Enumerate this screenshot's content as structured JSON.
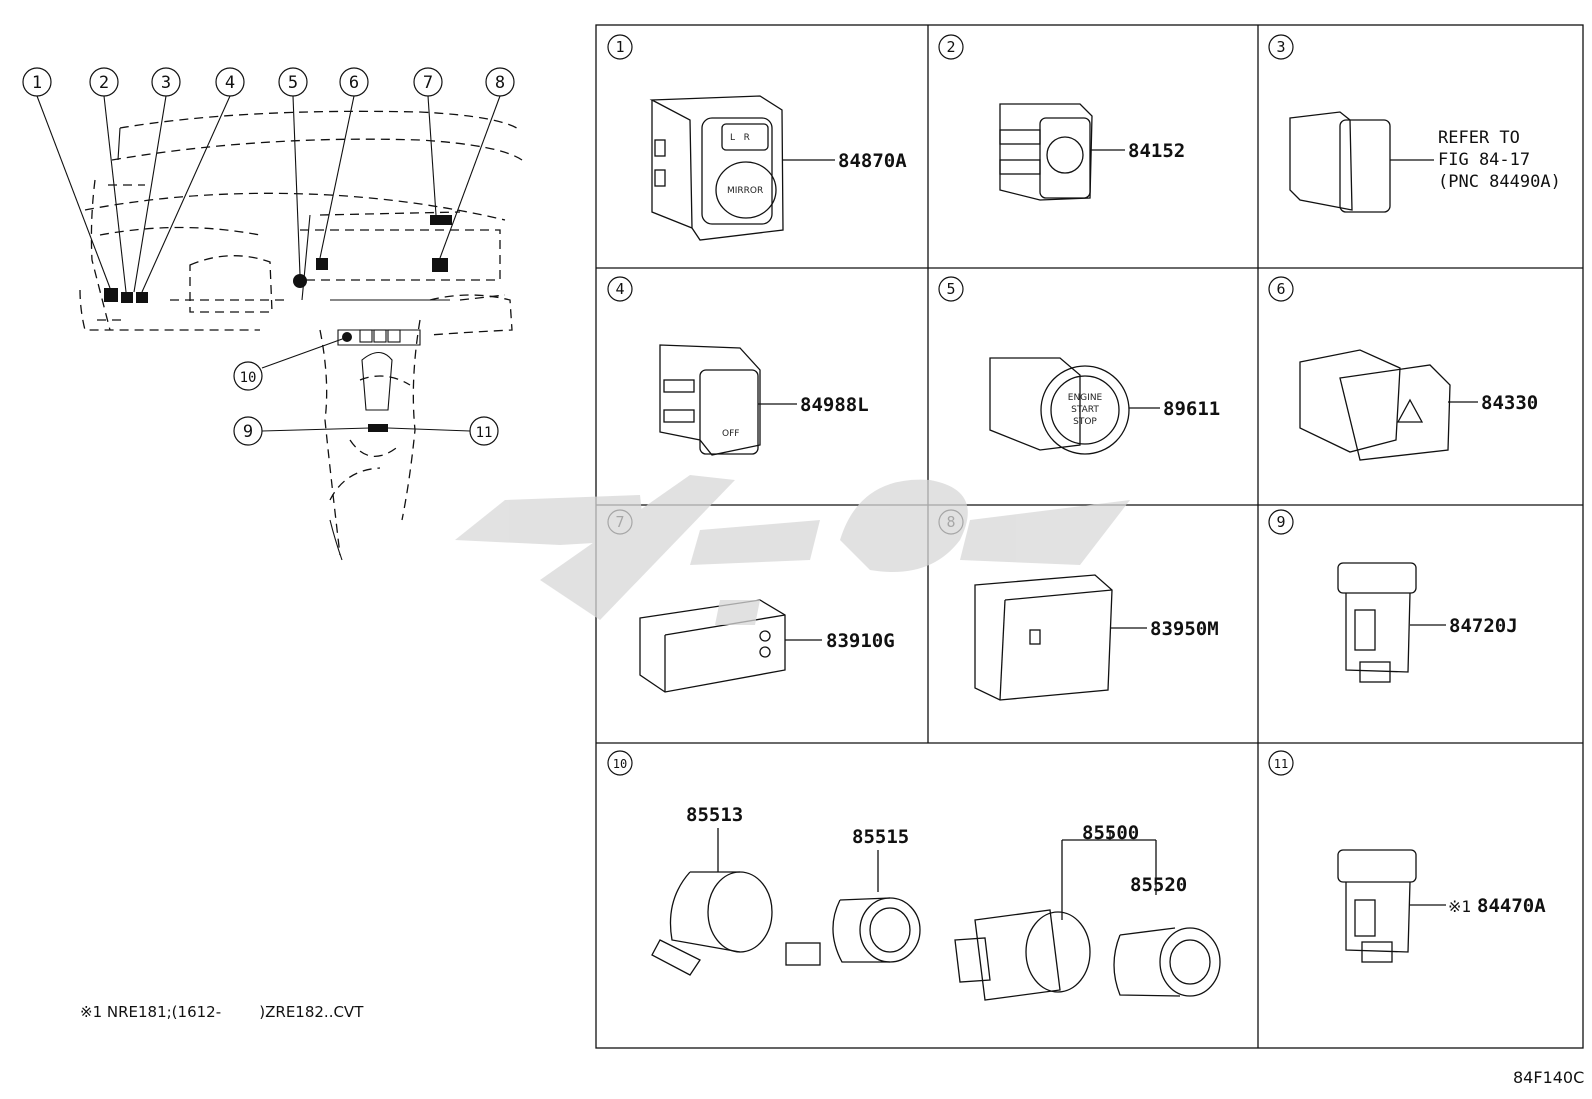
{
  "overview": {
    "callouts": [
      "1",
      "2",
      "3",
      "4",
      "5",
      "6",
      "7",
      "8",
      "9",
      "10",
      "11"
    ]
  },
  "cells": [
    {
      "no": "1",
      "part": "84870A",
      "label_text": "MIRROR",
      "switch_text": "L   R"
    },
    {
      "no": "2",
      "part": "84152"
    },
    {
      "no": "3",
      "ref_lines": [
        "REFER TO",
        "FIG 84-17",
        "(PNC 84490A)"
      ]
    },
    {
      "no": "4",
      "part": "84988L",
      "switch_text": "OFF"
    },
    {
      "no": "5",
      "part": "89611",
      "switch_lines": [
        "ENGINE",
        "START",
        "STOP"
      ]
    },
    {
      "no": "6",
      "part": "84330"
    },
    {
      "no": "7",
      "part": "83910G"
    },
    {
      "no": "8",
      "part": "83950M"
    },
    {
      "no": "9",
      "part": "84720J"
    },
    {
      "no": "10",
      "parts": [
        "85513",
        "85515",
        "85500",
        "85520"
      ]
    },
    {
      "no": "11",
      "part": "84470A",
      "mark": "※1"
    }
  ],
  "footnote": "※1 NRE181;(1612-        )ZRE182..CVT",
  "figure_code": "84F140C"
}
